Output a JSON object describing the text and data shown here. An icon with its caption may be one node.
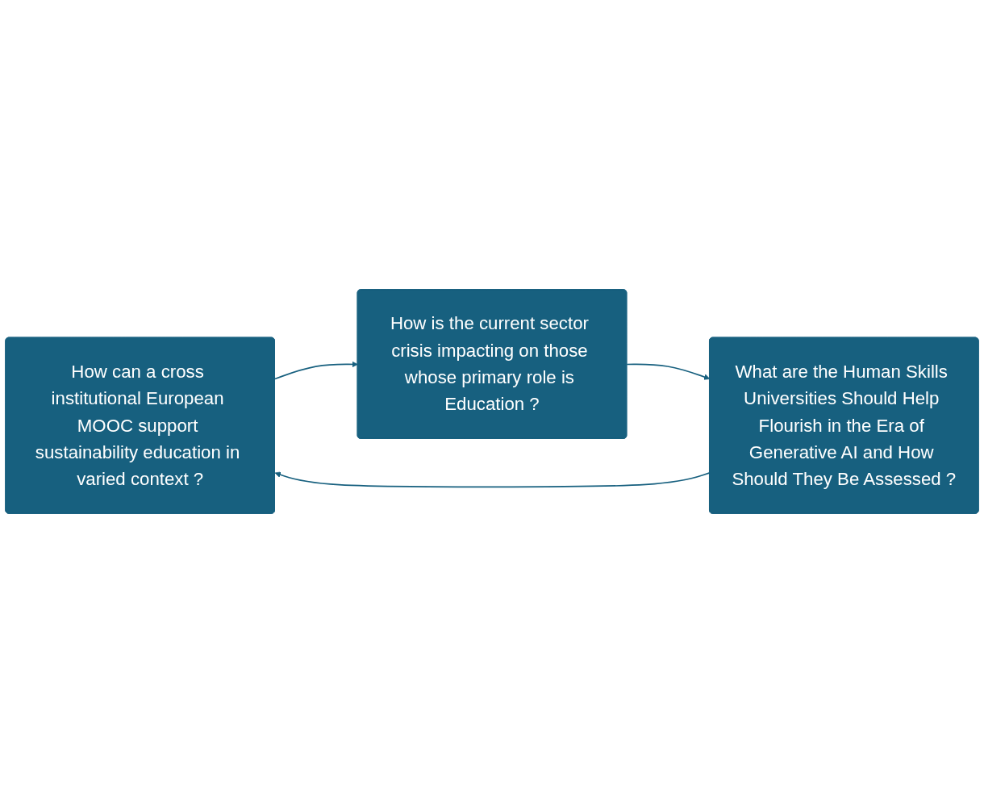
{
  "diagram": {
    "nodes": [
      {
        "text": [
          "How can a cross institutional European MOOC support sustainability education in varied context ?"
        ]
      },
      {
        "text": [
          "What are the Human Skills Universities Should Help Flourish in the Era of Generative AI and How Should They Be Assessed ?"
        ]
      },
      {
        "text": [
          "How is the current sector crisis impacting on those whose primary role is Education ?"
        ]
      }
    ],
    "edges": [
      {
        "from": 0,
        "to": 2,
        "arrow": "to"
      },
      {
        "from": 2,
        "to": 1,
        "arrow": "to"
      },
      {
        "from": 1,
        "to": 0,
        "arrow": "to"
      }
    ]
  }
}
